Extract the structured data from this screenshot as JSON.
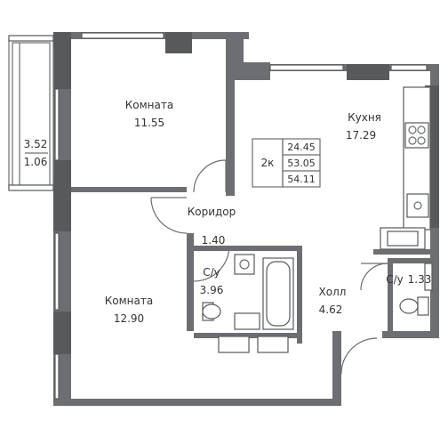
{
  "rooms": {
    "room_top": {
      "name": "Комната",
      "area": "11.55"
    },
    "room_bottom": {
      "name": "Комната",
      "area": "12.90"
    },
    "kitchen": {
      "name": "Кухня",
      "area": "17.29"
    },
    "corridor": {
      "name": "Коридор",
      "area": "1.40"
    },
    "bathroom_large": {
      "name": "С/у",
      "area": "3.96"
    },
    "hall": {
      "name": "Холл",
      "area": "4.62"
    },
    "bathroom_small": {
      "name": "С/у",
      "area": "1.33"
    },
    "balcony": {
      "area": "3.52",
      "coef": "1.06"
    }
  },
  "summary": {
    "type": "2к",
    "living": "24.45",
    "total": "53.05",
    "total_with_balcony": "54.11"
  }
}
